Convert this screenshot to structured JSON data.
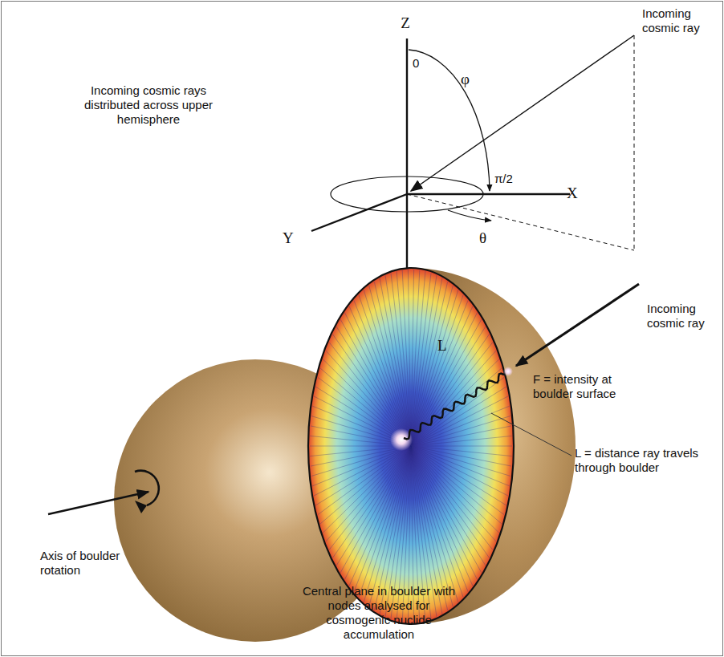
{
  "diagram": {
    "labels": [
      "Z",
      "Incoming cosmic ray",
      "0",
      "φ",
      "Incoming cosmic rays distributed across upper hemisphere",
      "π/2",
      "X",
      "Y",
      "θ",
      "Incoming cosmic ray",
      "F = intensity at boulder surface",
      "L",
      "L = distance ray travels through boulder",
      "Axis of boulder rotation",
      "Central plane in boulder with nodes analysed for cosmogenic nuclide accumulation"
    ]
  }
}
